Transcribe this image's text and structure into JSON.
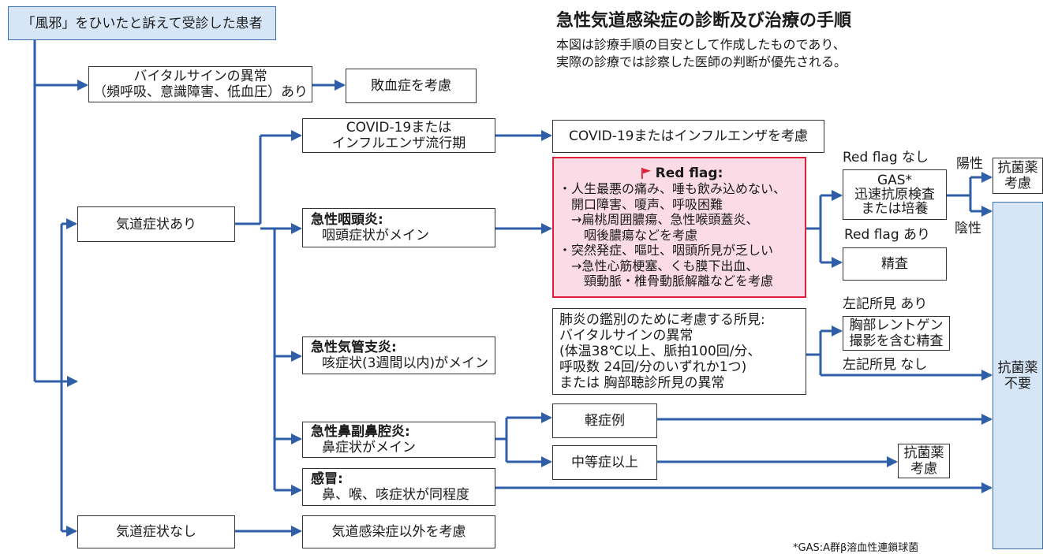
{
  "title": "急性気道感染症の診断及び治療の手順",
  "note": [
    "本図は診療手順の目安として作成したものであり、",
    "実際の診療では診察した医師の判断が優先される。"
  ],
  "start": "「風邪」をひいたと訴えて受診した患者",
  "vital": [
    "バイタルサインの異常",
    "（頻呼吸、意識障害、低血圧）あり"
  ],
  "sepsis": "敗血症を考慮",
  "resp_yes": "気道症状あり",
  "resp_no": "気道症状なし",
  "non_resp": "気道感染症以外を考慮",
  "covid_period": [
    "COVID-19または",
    "インフルエンザ流行期"
  ],
  "covid_consider": "COVID-19またはインフルエンザを考慮",
  "pharyngitis": {
    "title": "急性咽頭炎:",
    "desc": "咽頭症状がメイン"
  },
  "red_flag": {
    "title": "Red flag:",
    "lines": [
      "・人生最悪の痛み、唾も飲み込めない、",
      "　開口障害、嗄声、呼吸困難",
      "　→扁桃周囲膿瘍、急性喉頭蓋炎、",
      "　　咽後膿瘍などを考慮",
      "・突然発症、嘔吐、咽頭所見が乏しい",
      "　→急性心筋梗塞、くも膜下出血、",
      "　　頸動脈・椎骨動脈解離などを考慮"
    ]
  },
  "red_flag_no": "Red flag なし",
  "red_flag_yes": "Red flag あり",
  "gas_test": [
    "GAS*",
    "迅速抗原検査",
    "または培養"
  ],
  "positive": "陽性",
  "negative": "陰性",
  "abx_consider": [
    "抗菌薬",
    "考慮"
  ],
  "detail": "精査",
  "bronchitis": {
    "title": "急性気管支炎:",
    "desc": "咳症状(3週間以内)がメイン"
  },
  "pneumonia_findings": [
    "肺炎の鑑別のために考慮する所見:",
    "バイタルサインの異常",
    "(体温38℃以上、脈拍100回/分、",
    "呼吸数 24回/分のいずれか1つ)",
    "または 胸部聴診所見の異常"
  ],
  "findings_yes": "左記所見 あり",
  "findings_no": "左記所見 なし",
  "xray": [
    "胸部レントゲン",
    "撮影を含む精査"
  ],
  "sinusitis": {
    "title": "急性鼻副鼻腔炎:",
    "desc": "鼻症状がメイン"
  },
  "mild": "軽症例",
  "moderate": "中等症以上",
  "cold": {
    "title": "感冒:",
    "desc": "鼻、喉、咳症状が同程度"
  },
  "abx_not_needed": [
    "抗菌薬",
    "不要"
  ],
  "footnote": "*GAS:A群β溶血性連鎖球菌",
  "colors": {
    "arrow": "#2e5ea8",
    "blue_fill": "#d6e6f7",
    "red_border": "#e0203a",
    "red_fill": "#fadbe6"
  }
}
